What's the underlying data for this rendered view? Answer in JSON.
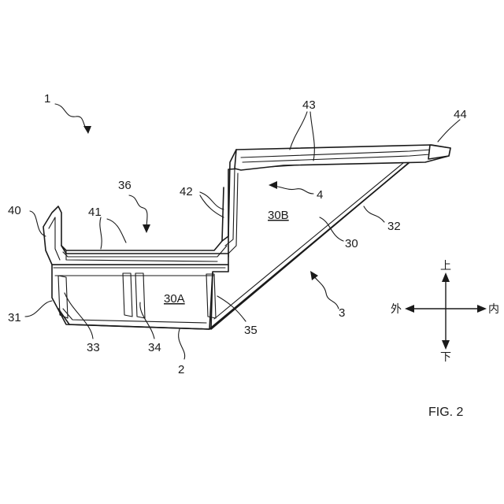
{
  "figure": {
    "title": "FIG. 2",
    "reference_numerals": {
      "n1": "1",
      "n2": "2",
      "n3": "3",
      "n4": "4",
      "n30": "30",
      "n30A": "30A",
      "n30B": "30B",
      "n31": "31",
      "n32": "32",
      "n33": "33",
      "n34": "34",
      "n35": "35",
      "n36": "36",
      "n40": "40",
      "n41": "41",
      "n42": "42",
      "n43": "43",
      "n44": "44"
    },
    "direction_indicator": {
      "up": "上",
      "down": "下",
      "outer": "外",
      "inner": "内"
    }
  }
}
